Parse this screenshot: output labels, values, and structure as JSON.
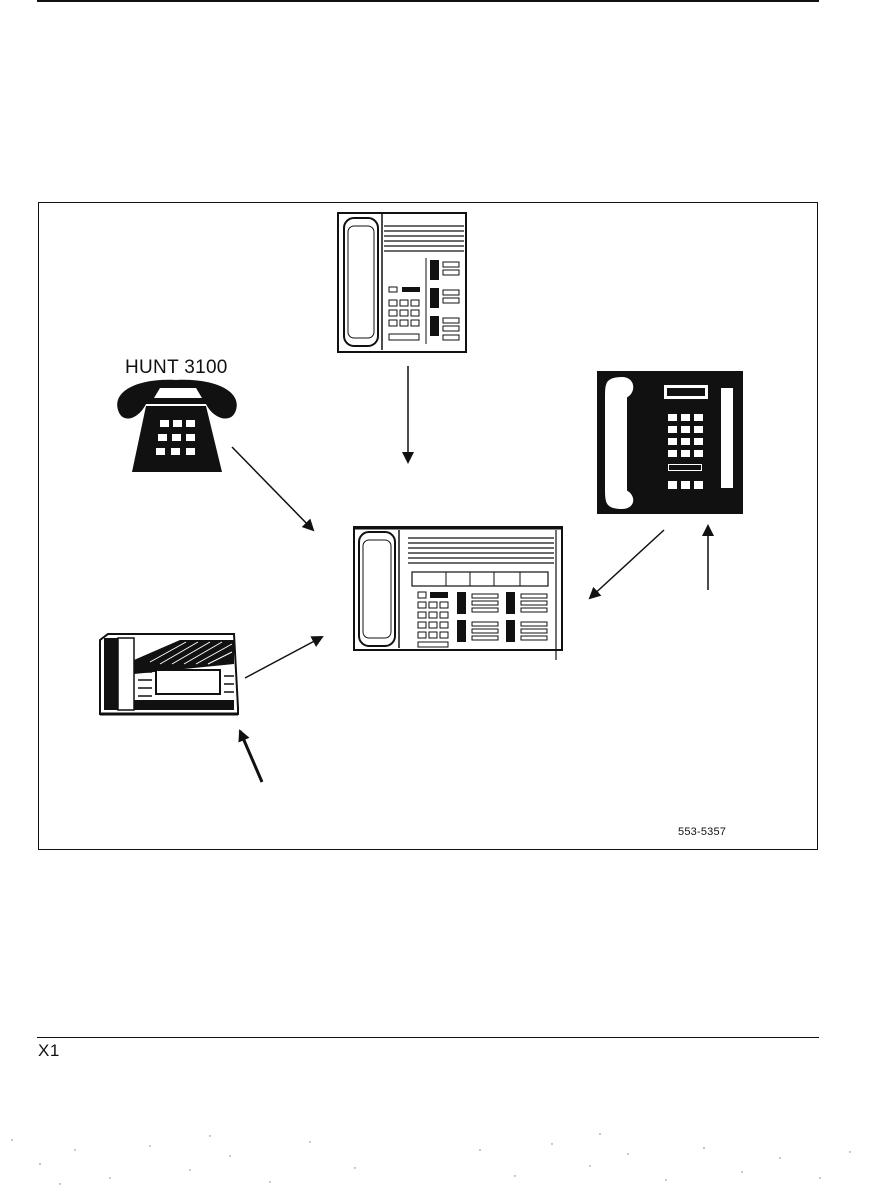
{
  "diagram": {
    "hunt_label": "HUNT 3100",
    "figure_id": "553-5357"
  },
  "footer": {
    "page_label": "X1"
  },
  "colors": {
    "ink": "#111111",
    "paper": "#ffffff"
  },
  "icons": [
    "rotary-desk-phone-icon",
    "multiline-phone-icon",
    "compact-black-phone-icon",
    "attendant-console-icon",
    "flat-display-phone-icon"
  ]
}
